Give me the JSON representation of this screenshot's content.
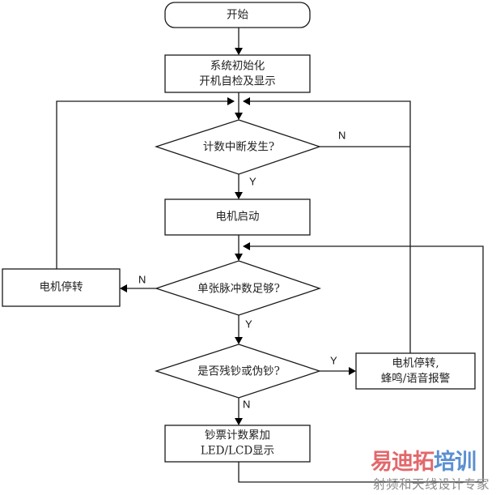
{
  "diagram": {
    "type": "flowchart",
    "nodes": {
      "start": {
        "shape": "terminal",
        "lines": [
          "开始"
        ]
      },
      "init": {
        "shape": "process",
        "lines": [
          "系统初始化",
          "开机自检及显示"
        ]
      },
      "decision_count_interrupt": {
        "shape": "decision",
        "lines": [
          "计数中断发生?"
        ]
      },
      "motor_start": {
        "shape": "process",
        "lines": [
          "电机启动"
        ]
      },
      "decision_pulse_enough": {
        "shape": "decision",
        "lines": [
          "单张脉冲数足够?"
        ]
      },
      "motor_stop": {
        "shape": "process",
        "lines": [
          "电机停转"
        ]
      },
      "decision_fake_note": {
        "shape": "decision",
        "lines": [
          "是否残钞或伪钞?"
        ]
      },
      "alarm": {
        "shape": "process",
        "lines": [
          "电机停转,",
          "蜂鸣/语音报警"
        ]
      },
      "accumulate": {
        "shape": "process",
        "lines": [
          "钞票计数累加",
          "LED/LCD显示"
        ]
      }
    },
    "edges": [
      {
        "from": "start",
        "to": "init",
        "label": ""
      },
      {
        "from": "init",
        "to": "decision_count_interrupt",
        "label": ""
      },
      {
        "from": "decision_count_interrupt",
        "to": "motor_start",
        "label": "Y"
      },
      {
        "from": "decision_count_interrupt",
        "to": "decision_count_interrupt",
        "label": "N"
      },
      {
        "from": "motor_start",
        "to": "decision_pulse_enough",
        "label": ""
      },
      {
        "from": "decision_pulse_enough",
        "to": "motor_stop",
        "label": "N"
      },
      {
        "from": "motor_stop",
        "to": "decision_count_interrupt",
        "label": ""
      },
      {
        "from": "decision_pulse_enough",
        "to": "decision_fake_note",
        "label": "Y"
      },
      {
        "from": "decision_fake_note",
        "to": "alarm",
        "label": "Y"
      },
      {
        "from": "alarm",
        "to": "decision_count_interrupt",
        "label": ""
      },
      {
        "from": "decision_fake_note",
        "to": "accumulate",
        "label": "N"
      },
      {
        "from": "accumulate",
        "to": "decision_pulse_enough",
        "label": ""
      }
    ],
    "labels": {
      "n1": "N",
      "y1": "Y",
      "n2": "N",
      "y2": "Y",
      "y3": "Y",
      "n3": "N"
    }
  },
  "watermark": {
    "brand_part1": "易迪拓",
    "brand_part2": "培训",
    "tagline": "射频和天线设计专家",
    "colors": {
      "part1": "#e2686b",
      "part2": "#5b8fd0",
      "tagline": "#8a8a8a"
    }
  }
}
